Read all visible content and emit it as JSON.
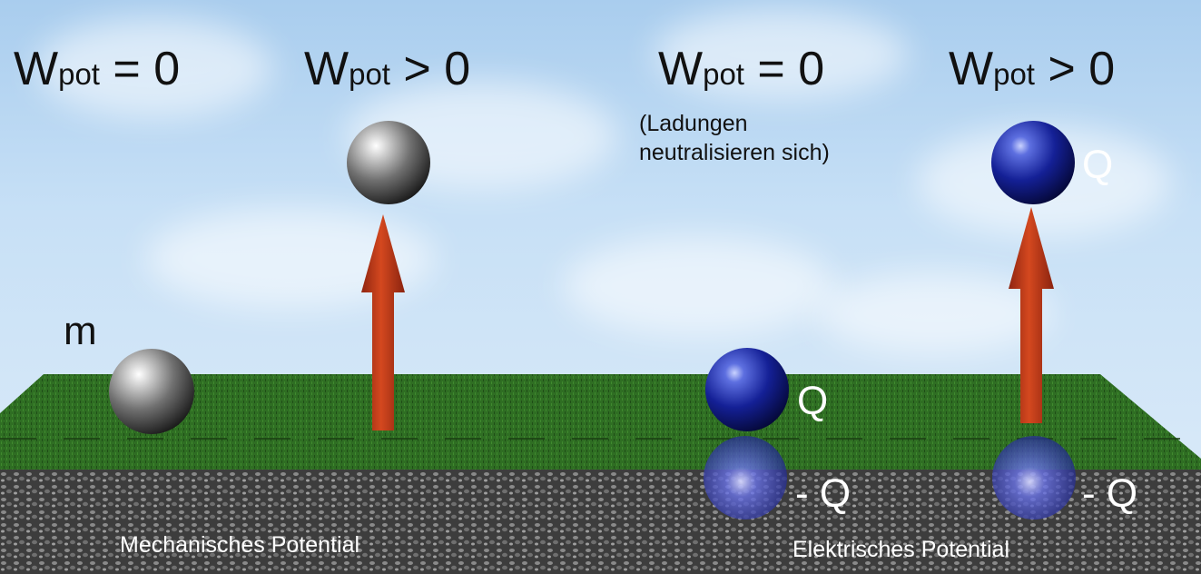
{
  "mechanical": {
    "ground_label": "Wpot = 0",
    "raised_label": "Wpot > 0",
    "mass_label": "m",
    "caption": "Mechanisches Potential"
  },
  "electrical": {
    "ground_label": "Wpot = 0",
    "ground_note_line1": "(Ladungen",
    "ground_note_line2": "neutralisieren sich)",
    "raised_label": "Wpot > 0",
    "charge_label": "Q",
    "mirror_charge_label": "- Q",
    "caption": "Elektrisches Potential"
  },
  "labels": {
    "w": "W",
    "pot": "pot",
    "eq_zero": " = 0",
    "gt_zero": " > 0"
  },
  "colors": {
    "arrow": "#c0391b",
    "grey_ball": "#808080",
    "blue_ball": "#101a8a",
    "grass": "#2e6b22",
    "gravel": "#4a4a4a"
  }
}
